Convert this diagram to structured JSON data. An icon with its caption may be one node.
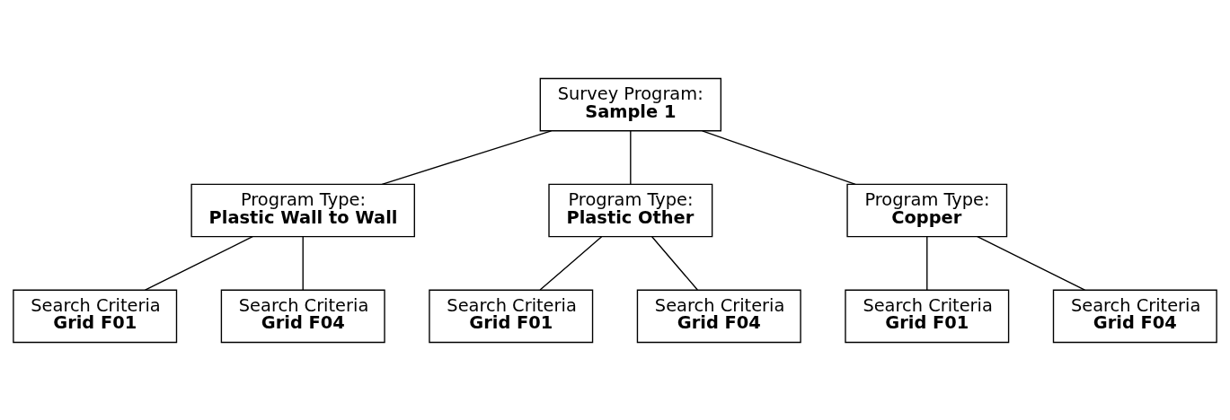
{
  "diagram": {
    "nodes": [
      {
        "text": [
          "Survey Program:",
          "Sample 1"
        ]
      },
      {
        "text": [
          "Program Type:",
          "Plastic Wall to Wall"
        ]
      },
      {
        "text": [
          "Program Type:",
          "Plastic Other"
        ]
      },
      {
        "text": [
          "Program Type:",
          "Copper"
        ]
      },
      {
        "text": [
          "Search Criteria",
          "Grid F01"
        ]
      },
      {
        "text": [
          "Search Criteria",
          "Grid F04"
        ]
      },
      {
        "text": [
          "Search Criteria",
          "Grid F01"
        ]
      },
      {
        "text": [
          "Search Criteria",
          "Grid F04"
        ]
      },
      {
        "text": [
          "Search Criteria",
          "Grid F01"
        ]
      },
      {
        "text": [
          "Search Criteria",
          "Grid F04"
        ]
      }
    ],
    "edges": [
      {
        "from": 0,
        "to": 1,
        "arrow": "none"
      },
      {
        "from": 0,
        "to": 2,
        "arrow": "none"
      },
      {
        "from": 0,
        "to": 3,
        "arrow": "none"
      },
      {
        "from": 1,
        "to": 4,
        "arrow": "none"
      },
      {
        "from": 1,
        "to": 5,
        "arrow": "none"
      },
      {
        "from": 2,
        "to": 6,
        "arrow": "none"
      },
      {
        "from": 2,
        "to": 7,
        "arrow": "none"
      },
      {
        "from": 3,
        "to": 8,
        "arrow": "none"
      },
      {
        "from": 3,
        "to": 9,
        "arrow": "none"
      }
    ]
  }
}
